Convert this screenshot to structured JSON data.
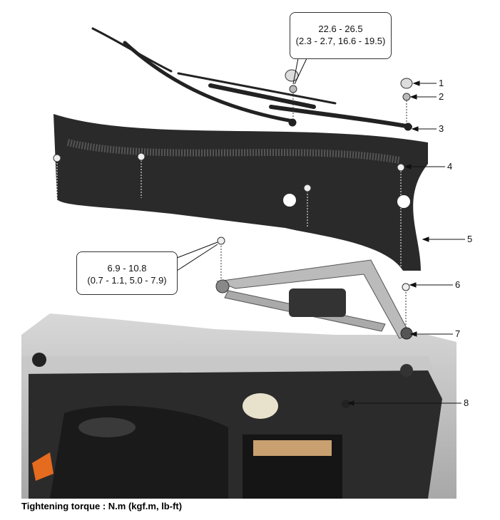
{
  "torque_callouts": [
    {
      "value": "22.6 - 26.5",
      "alt": "(2.3 - 2.7, 16.6 - 19.5)"
    },
    {
      "value": "6.9 - 10.8",
      "alt": "(0.7 - 1.1, 5.0 - 7.9)"
    }
  ],
  "part_numbers": [
    "1",
    "2",
    "3",
    "4",
    "5",
    "6",
    "7",
    "8"
  ],
  "caption": "Tightening torque : N.m (kgf.m, lb-ft)"
}
